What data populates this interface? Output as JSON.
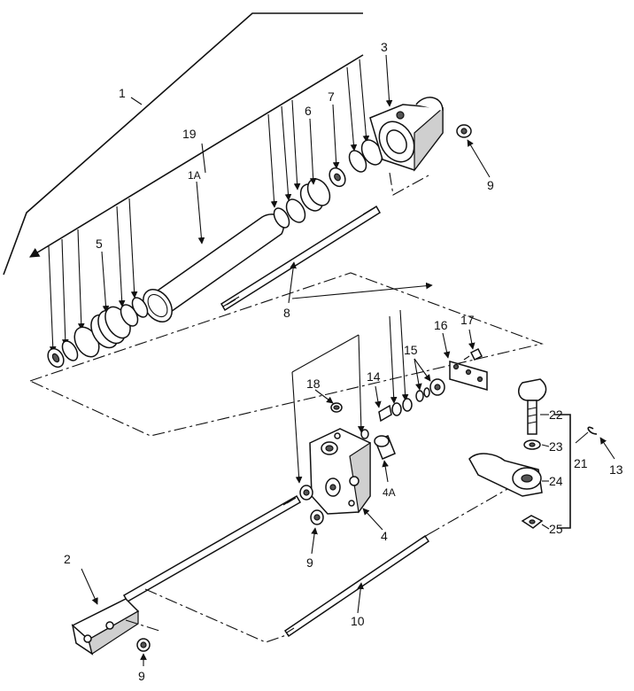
{
  "callouts": {
    "c1": "1",
    "c1a": "1A",
    "c2": "2",
    "c3": "3",
    "c4": "4",
    "c4a": "4A",
    "c5": "5",
    "c6": "6",
    "c7": "7",
    "c8": "8",
    "c9a": "9",
    "c9b": "9",
    "c9c": "9",
    "c10": "10",
    "c13": "13",
    "c14": "14",
    "c15": "15",
    "c16": "16",
    "c17": "17",
    "c18": "18",
    "c19": "19",
    "c21": "21",
    "c22": "22",
    "c23": "23",
    "c24": "24",
    "c25": "25"
  }
}
